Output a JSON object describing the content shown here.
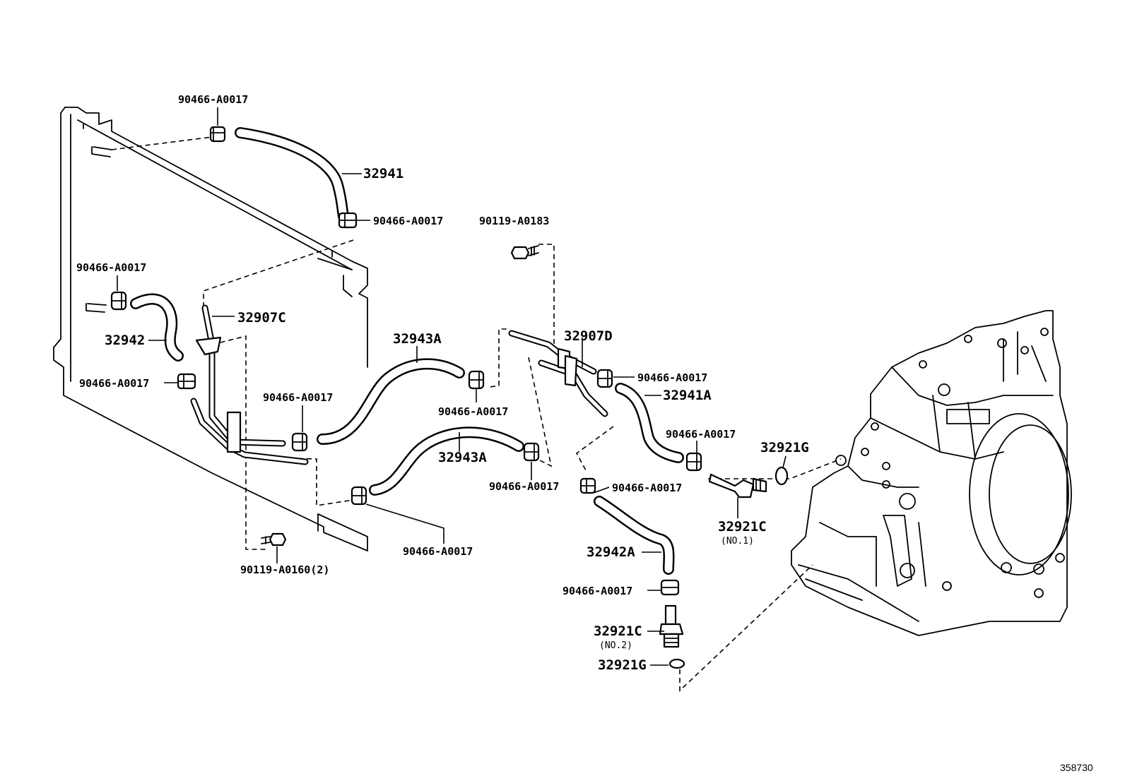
{
  "diagram_id": "358730",
  "clamp_part": "90466-A0017",
  "parts": {
    "hose_upper": "32941",
    "hose_upper_a": "32941A",
    "hose_lower": "32942",
    "hose_lower_a": "32942A",
    "hose_mid": "32943A",
    "pipe_c": "32907C",
    "pipe_d": "32907D",
    "union": "32921C",
    "union_no1": "(NO.1)",
    "union_no2": "(NO.2)",
    "gasket": "32921G",
    "bolt_a": "90119-A0183",
    "bolt_b": "90119-A0160(2)"
  }
}
